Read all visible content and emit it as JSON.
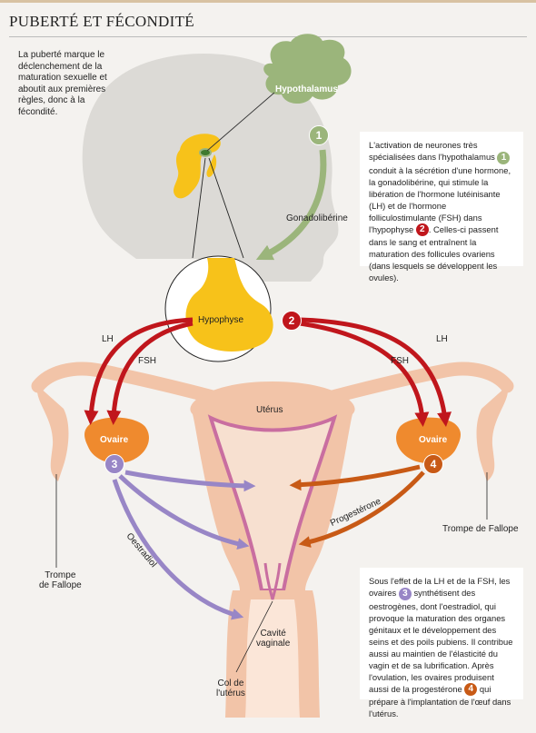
{
  "title": "PUBERTÉ ET FÉCONDITÉ",
  "intro": "La puberté marque le déclenchement de la maturation sexuelle et aboutit aux premières règles, donc à la fécondité.",
  "labels": {
    "hypothalamus": "Hypothalamus",
    "gonadoliberine": "Gonadolibérine",
    "hypophyse": "Hypophyse",
    "lh_left": "LH",
    "fsh_left": "FSH",
    "lh_right": "LH",
    "fsh_right": "FSH",
    "uterus": "Utérus",
    "ovaire_left": "Ovaire",
    "ovaire_right": "Ovaire",
    "oestradiol": "Oestradiol",
    "progesterone": "Progestérone",
    "trompe_left_1": "Trompe",
    "trompe_left_2": "de Fallope",
    "trompe_right": "Trompe de Fallope",
    "cavite_1": "Cavité",
    "cavite_2": "vaginale",
    "col_1": "Col de",
    "col_2": "l'utérus"
  },
  "numbers": {
    "n1": "1",
    "n2": "2",
    "n3": "3",
    "n4": "4"
  },
  "box1": {
    "p1": "L'activation de neurones très spécialisées dans l'hypothalamus",
    "p2": "conduit à la sécrétion d'une hormone, la gonadolibérine, qui stimule la libération de l'hormone lutéinisante (LH) et de l'hormone folliculostimulante (FSH) dans l'hypophyse",
    "p3": ". Celles-ci passent dans le sang et entraînent la maturation des follicules ovariens (dans lesquels se développent les ovules)."
  },
  "box2": {
    "p1": "Sous l'effet de la LH et de la FSH, les ovaires",
    "p2": "synthétisent des oestrogènes, dont l'oestradiol, qui provoque la maturation des organes génitaux et le développement des seins et des poils pubiens. Il contribue aussi au maintien de l'élasticité du vagin et de sa lubrification. Après l'ovulation, les ovaires produisent aussi de la progestérone",
    "p3": "qui prépare à l'implantation de l'œuf dans l'utérus."
  },
  "colors": {
    "green": "#9bb57b",
    "red": "#c0161c",
    "purple": "#9886c6",
    "orange": "#c85a16",
    "ovary": "#ef8a2e",
    "gland": "#f7c21a",
    "tissue": "#f2c4a8",
    "head": "#dcdad6"
  }
}
